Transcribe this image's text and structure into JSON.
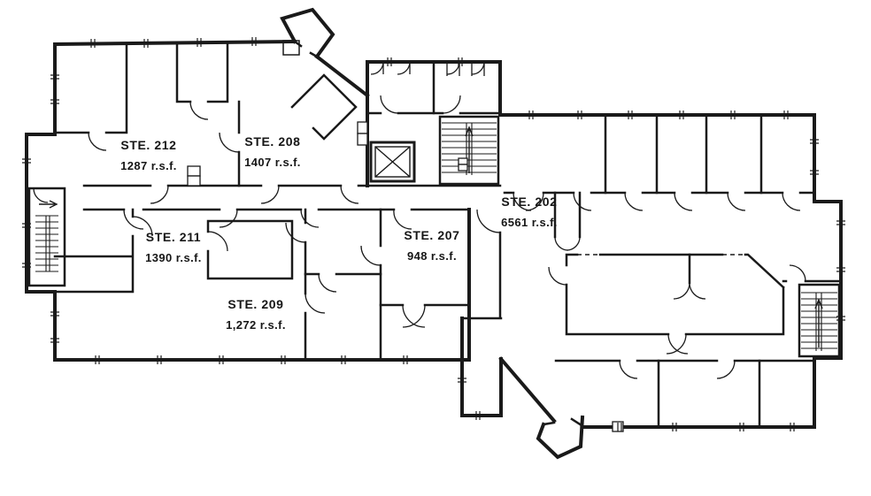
{
  "floor_plan": {
    "type": "architectural-floor-plan",
    "colors": {
      "wall": "#1a1a1a",
      "background": "#ffffff"
    },
    "suites": [
      {
        "label": "STE. 212",
        "area": "1287 r.s.f."
      },
      {
        "label": "STE. 208",
        "area": "1407 r.s.f."
      },
      {
        "label": "STE. 211",
        "area": "1390 r.s.f."
      },
      {
        "label": "STE. 209",
        "area": "1,272 r.s.f."
      },
      {
        "label": "STE. 207",
        "area": "948 r.s.f."
      },
      {
        "label": "STE. 202",
        "area": "6561 r.s.f."
      }
    ],
    "features": [
      "elevator-shaft",
      "north-stairwell",
      "west-stairwell",
      "east-stairwell",
      "restroom-stalls",
      "north-entry-vestibule",
      "south-entry-vestibule",
      "door-swing-arcs",
      "window-mullion-ticks"
    ]
  }
}
